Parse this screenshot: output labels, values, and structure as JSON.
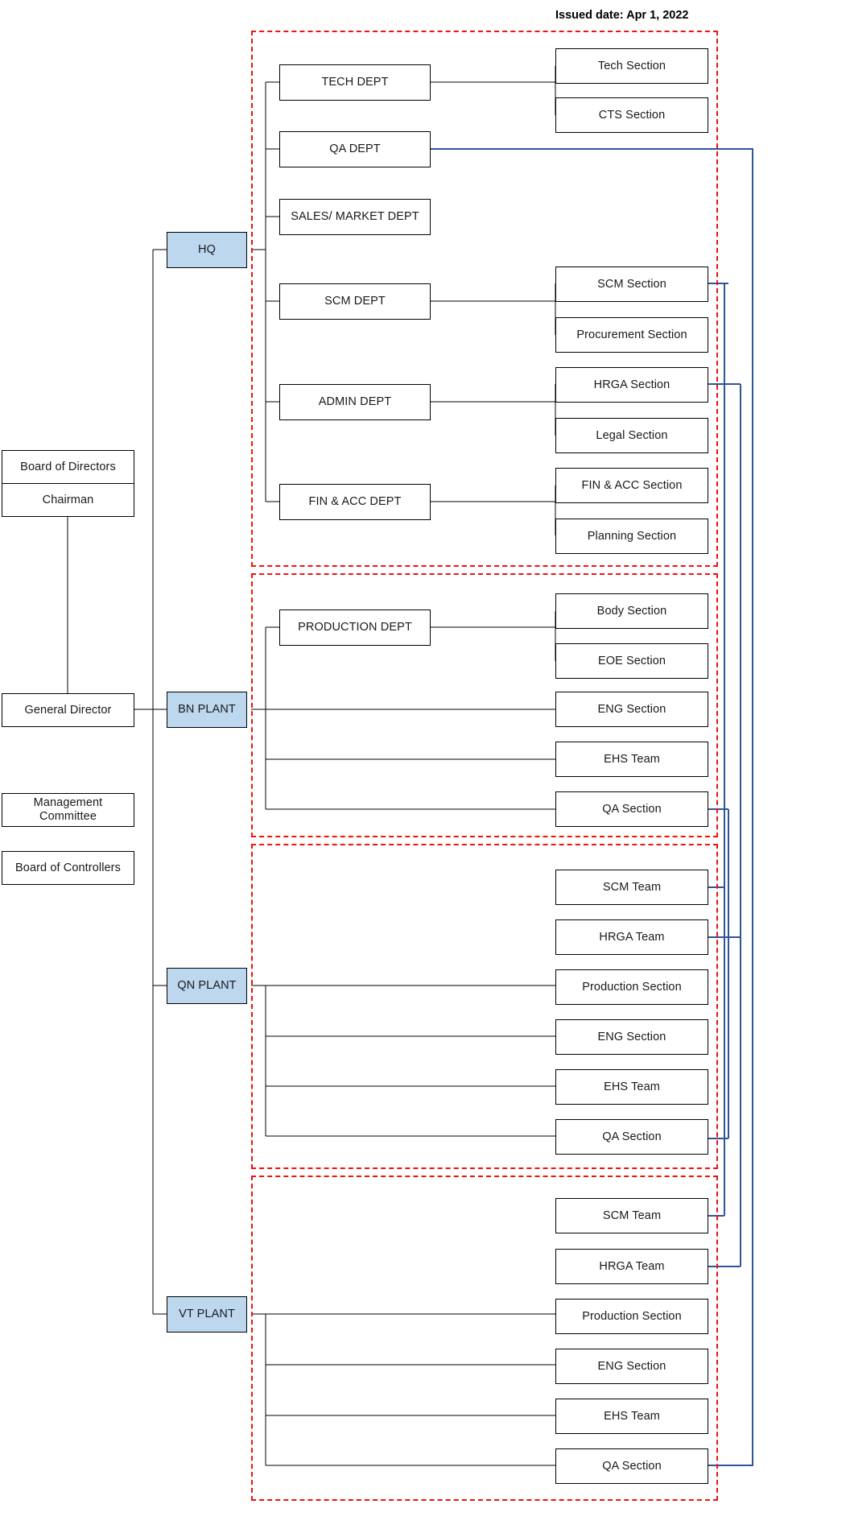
{
  "header": {
    "issued_date_label": "Issued date: Apr 1, 2022"
  },
  "colors": {
    "highlight_fill": "#bdd7ee",
    "group_border": "#ee1111",
    "solid_line": "#000000",
    "dotted_report_line": "#2f5597"
  },
  "governance": {
    "boxes": [
      {
        "id": "board-of-directors",
        "label": "Board of Directors"
      },
      {
        "id": "chairman",
        "label": "Chairman"
      },
      {
        "id": "general-director",
        "label": "General Director"
      },
      {
        "id": "management-committee",
        "label": "Management Committee"
      },
      {
        "id": "board-of-controllers",
        "label": "Board of Controllers"
      }
    ]
  },
  "units": [
    {
      "id": "hq",
      "label": "HQ",
      "highlighted": true
    },
    {
      "id": "bn-plant",
      "label": "BN PLANT",
      "highlighted": true
    },
    {
      "id": "qn-plant",
      "label": "QN PLANT",
      "highlighted": true
    },
    {
      "id": "vt-plant",
      "label": "VT PLANT",
      "highlighted": true
    }
  ],
  "groups": [
    {
      "id": "hq-group",
      "unit": "HQ",
      "departments": [
        {
          "id": "tech-dept",
          "label": "TECH DEPT"
        },
        {
          "id": "qa-dept",
          "label": "QA DEPT"
        },
        {
          "id": "sales-market-dept",
          "label": "SALES/ MARKET DEPT"
        },
        {
          "id": "scm-dept",
          "label": "SCM DEPT"
        },
        {
          "id": "admin-dept",
          "label": "ADMIN DEPT"
        },
        {
          "id": "fin-acc-dept",
          "label": "FIN & ACC DEPT"
        }
      ],
      "sections": [
        {
          "id": "tech-section",
          "label": "Tech Section"
        },
        {
          "id": "cts-section",
          "label": "CTS Section"
        },
        {
          "id": "scm-section",
          "label": "SCM Section"
        },
        {
          "id": "procurement-section",
          "label": "Procurement Section"
        },
        {
          "id": "hrga-section",
          "label": "HRGA Section"
        },
        {
          "id": "legal-section",
          "label": "Legal Section"
        },
        {
          "id": "fin-acc-section",
          "label": "FIN & ACC Section"
        },
        {
          "id": "planning-section",
          "label": "Planning Section"
        }
      ]
    },
    {
      "id": "bn-plant-group",
      "unit": "BN PLANT",
      "departments": [
        {
          "id": "production-dept",
          "label": "PRODUCTION DEPT"
        }
      ],
      "sections": [
        {
          "id": "bn-body-section",
          "label": "Body Section"
        },
        {
          "id": "bn-eoe-section",
          "label": "EOE Section"
        },
        {
          "id": "bn-eng-section",
          "label": "ENG Section"
        },
        {
          "id": "bn-ehs-team",
          "label": "EHS Team"
        },
        {
          "id": "bn-qa-section",
          "label": "QA Section"
        }
      ]
    },
    {
      "id": "qn-plant-group",
      "unit": "QN PLANT",
      "departments": [],
      "sections": [
        {
          "id": "qn-scm-team",
          "label": "SCM Team"
        },
        {
          "id": "qn-hrga-team",
          "label": "HRGA Team"
        },
        {
          "id": "qn-production-section",
          "label": "Production Section"
        },
        {
          "id": "qn-eng-section",
          "label": "ENG Section"
        },
        {
          "id": "qn-ehs-team",
          "label": "EHS Team"
        },
        {
          "id": "qn-qa-section",
          "label": "QA Section"
        }
      ]
    },
    {
      "id": "vt-plant-group",
      "unit": "VT PLANT",
      "departments": [],
      "sections": [
        {
          "id": "vt-scm-team",
          "label": "SCM Team"
        },
        {
          "id": "vt-hrga-team",
          "label": "HRGA Team"
        },
        {
          "id": "vt-production-section",
          "label": "Production Section"
        },
        {
          "id": "vt-eng-section",
          "label": "ENG Section"
        },
        {
          "id": "vt-ehs-team",
          "label": "EHS Team"
        },
        {
          "id": "vt-qa-section",
          "label": "QA Section"
        }
      ]
    }
  ]
}
